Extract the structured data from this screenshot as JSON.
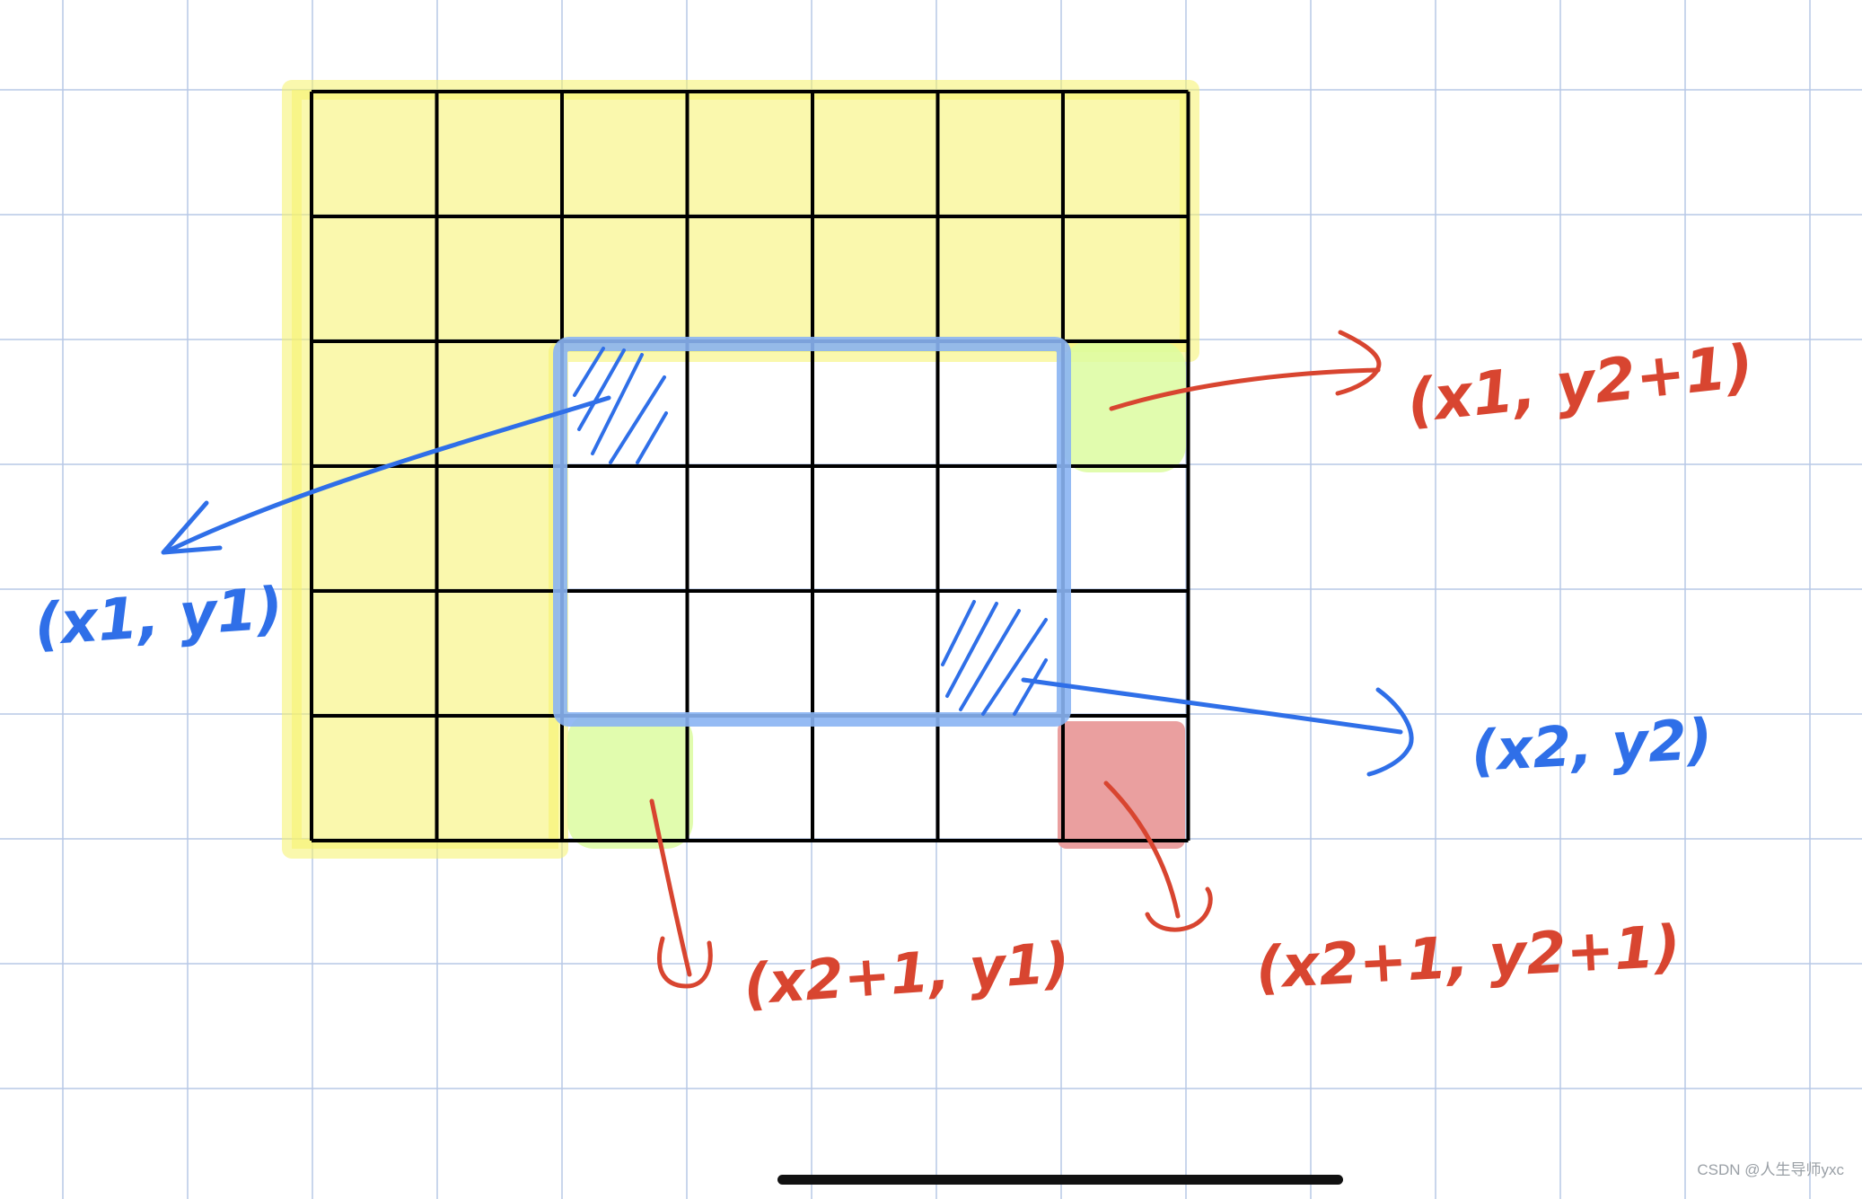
{
  "labels": {
    "top_left": "(x1, y1)",
    "bottom_right": "(x2, y2)",
    "top_right_neighbor": "(x1, y2+1)",
    "bottom_left_neighbor": "(x2+1, y1)",
    "corner_neighbor": "(x2+1, y2+1)"
  },
  "watermark": "CSDN @人生导师yxc",
  "colors": {
    "paper_grid": "#b7c8e6",
    "matrix_lines": "#000000",
    "prefix_highlight": "#f5f36a",
    "subrect_border": "#8ab4f3",
    "neighbor_highlight": "#dcfca0",
    "corner_highlight": "#e99a9a",
    "blue_annotation": "#2f6fe8",
    "red_annotation": "#d84530"
  }
}
